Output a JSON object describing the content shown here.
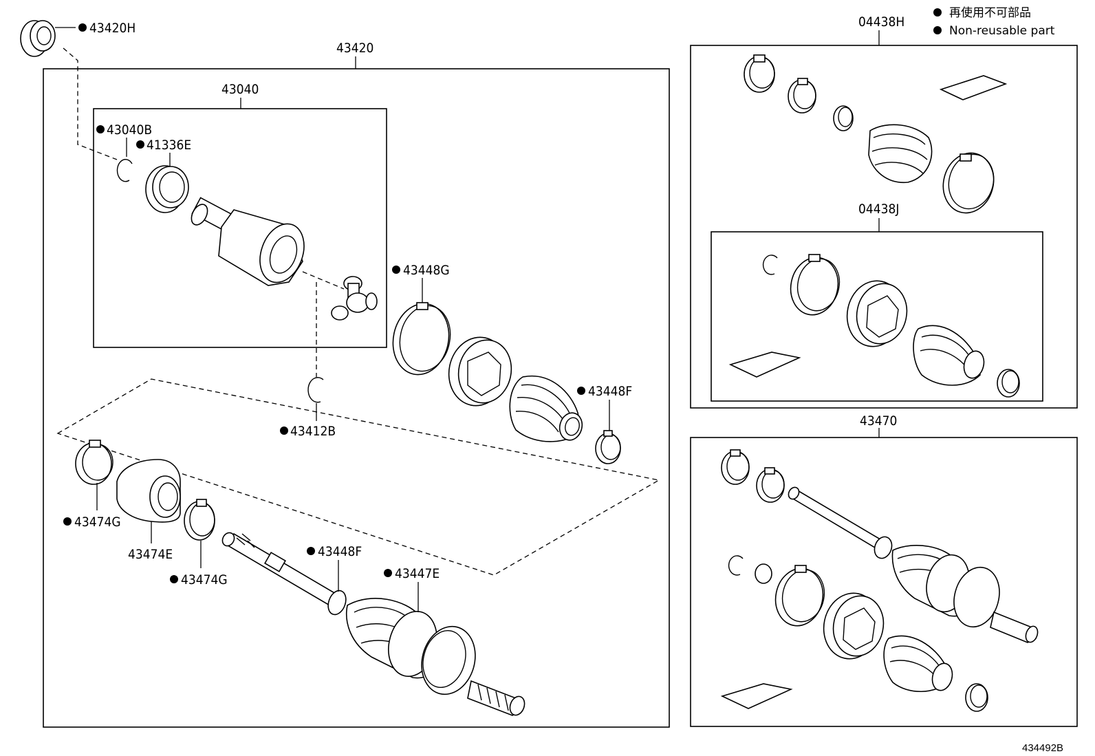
{
  "legend": {
    "japanese": "再使用不可部品",
    "english": "Non-reusable part"
  },
  "reference_code": "434492B",
  "labels": {
    "p43420H": "43420H",
    "p43420": "43420",
    "p43040": "43040",
    "p43040B": "43040B",
    "p41336E": "41336E",
    "p43448G": "43448G",
    "p43448F_upper": "43448F",
    "p43412B": "43412B",
    "p43474G_left": "43474G",
    "p43474E": "43474E",
    "p43474G_lower": "43474G",
    "p43448F_lower": "43448F",
    "p43447E": "43447E",
    "p04438H": "04438H",
    "p04438J": "04438J",
    "p43470": "43470"
  },
  "colors": {
    "line": "#000000",
    "background": "#ffffff"
  }
}
